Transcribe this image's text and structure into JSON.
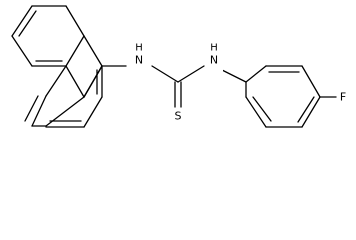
{
  "molecule": {
    "atoms": {
      "nh_left": "N\nH",
      "nh_right": "N\nH",
      "sulfur": "S",
      "fluorine": "F"
    }
  }
}
